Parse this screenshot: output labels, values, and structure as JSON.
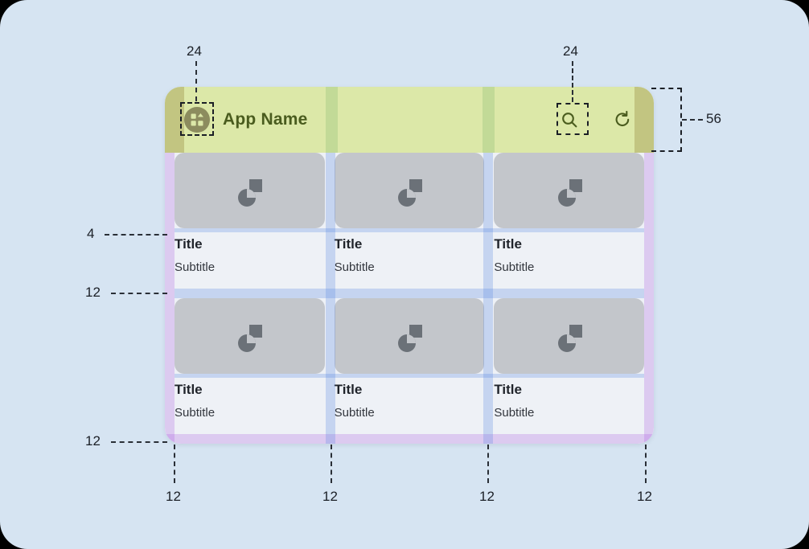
{
  "canvas": {
    "background_color": "#d6e4f2",
    "corner_radius": 34
  },
  "app": {
    "app_bar": {
      "title": "App Name",
      "background_color": "#dce8a8",
      "title_color": "#4a5c1e",
      "height": 56,
      "horizontal_padding": 24,
      "logo_icon": "apps-grid-icon",
      "actions": [
        {
          "icon": "search-icon",
          "label": "Search",
          "selected": true
        },
        {
          "icon": "refresh-icon",
          "label": "Refresh",
          "selected": false
        }
      ]
    },
    "grid": {
      "columns": 3,
      "rows": 2,
      "gutter": 12,
      "outer_padding": 12,
      "image_title_gap": 4,
      "tile_image_icon": "image-placeholder-icon",
      "tiles": [
        {
          "title": "Title",
          "subtitle": "Subtitle"
        },
        {
          "title": "Title",
          "subtitle": "Subtitle"
        },
        {
          "title": "Title",
          "subtitle": "Subtitle"
        },
        {
          "title": "Title",
          "subtitle": "Subtitle"
        },
        {
          "title": "Title",
          "subtitle": "Subtitle"
        },
        {
          "title": "Title",
          "subtitle": "Subtitle"
        }
      ]
    }
  },
  "annotations": {
    "top_left_24": "24",
    "top_right_24": "24",
    "appbar_height_56": "56",
    "left_gap_4": "4",
    "left_gap_12_middle": "12",
    "left_gap_12_bottom": "12",
    "bottom_12_a": "12",
    "bottom_12_b": "12",
    "bottom_12_c": "12",
    "bottom_12_d": "12"
  },
  "overlay_colors": {
    "outer_padding": "#ab5ce0",
    "inner_gutter": "#5082e1",
    "appbar_padding": "#877428",
    "appbar_gutter": "#3c963c"
  }
}
